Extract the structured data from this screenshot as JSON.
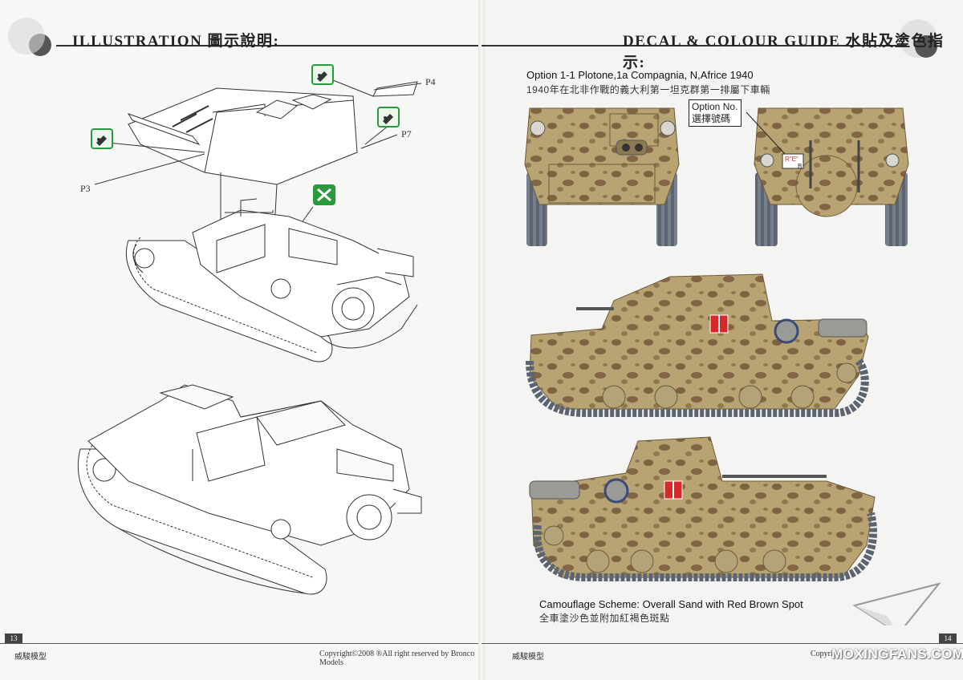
{
  "left_page": {
    "title": "ILLUSTRATION 圖示說明:",
    "page_number": "13",
    "footer_left": "威駿模型",
    "footer_copyright": "Copyright©2008 ®All right reserved by Bronco Models",
    "part_labels": {
      "p3": "P3",
      "p4": "P4",
      "p7": "P7"
    },
    "icons": [
      "glue-icon",
      "glue-icon",
      "glue-icon",
      "paint-tools-icon"
    ]
  },
  "right_page": {
    "title": "DECAL & COLOUR GUIDE 水貼及塗色指示:",
    "page_number": "14",
    "footer_left": "威駿模型",
    "footer_copyright": "Copyrig",
    "option_title": "Option 1-1 Plotone,1a Compagnia, N,Africe 1940",
    "option_subtitle": "1940年在北非作戰的義大利第一坦克群第一排屬下車輛",
    "option_box_line1": "Option No.",
    "option_box_line2": "選擇號碼",
    "decal_text_1": "R\"E\"",
    "decal_text_2": "B",
    "camo_title": "Camouflage Scheme: Overall  Sand with Red Brown Spot",
    "camo_subtitle": "全車塗沙色並附加紅褐色斑點",
    "watermark": "MOXINGFANS.COM"
  },
  "colors": {
    "sand": "#b8a472",
    "brown_spot": "#6b4a30",
    "track": "#5c6472",
    "red_marking": "#d62a2a",
    "glue_green": "#2b9a3f"
  }
}
